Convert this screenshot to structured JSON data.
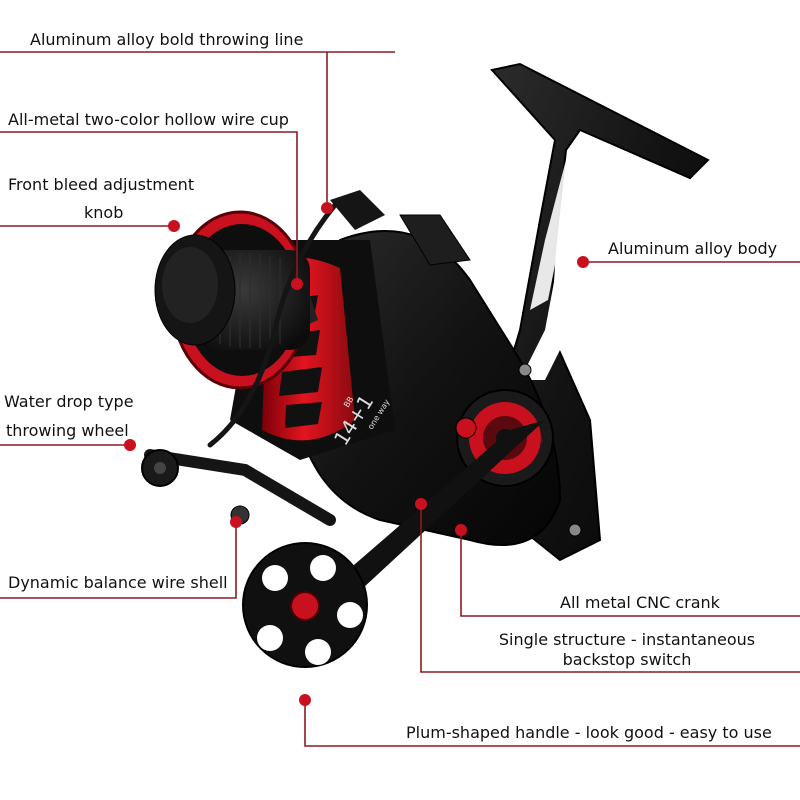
{
  "colors": {
    "accent_red": "#c8101e",
    "leader_line": "#8a1a22",
    "reel_black": "#161616"
  },
  "callouts": {
    "line_roller": "Aluminum alloy bold throwing line",
    "wire_cup": "All-metal two-color hollow wire cup",
    "front_drag_1": "Front bleed adjustment",
    "front_drag_2": "knob",
    "body": "Aluminum alloy body",
    "bail_1": "Water drop type",
    "bail_2": "throwing wheel",
    "balance_shell": "Dynamic balance wire shell",
    "crank": "All metal CNC crank",
    "backstop_1": "Single structure - instantaneous",
    "backstop_2": "backstop switch",
    "handle": "Plum-shaped handle - look good - easy to use"
  },
  "reel_markings": {
    "bearing_count": "14+1",
    "bb_label": "BB",
    "one_way_label": "one way"
  }
}
